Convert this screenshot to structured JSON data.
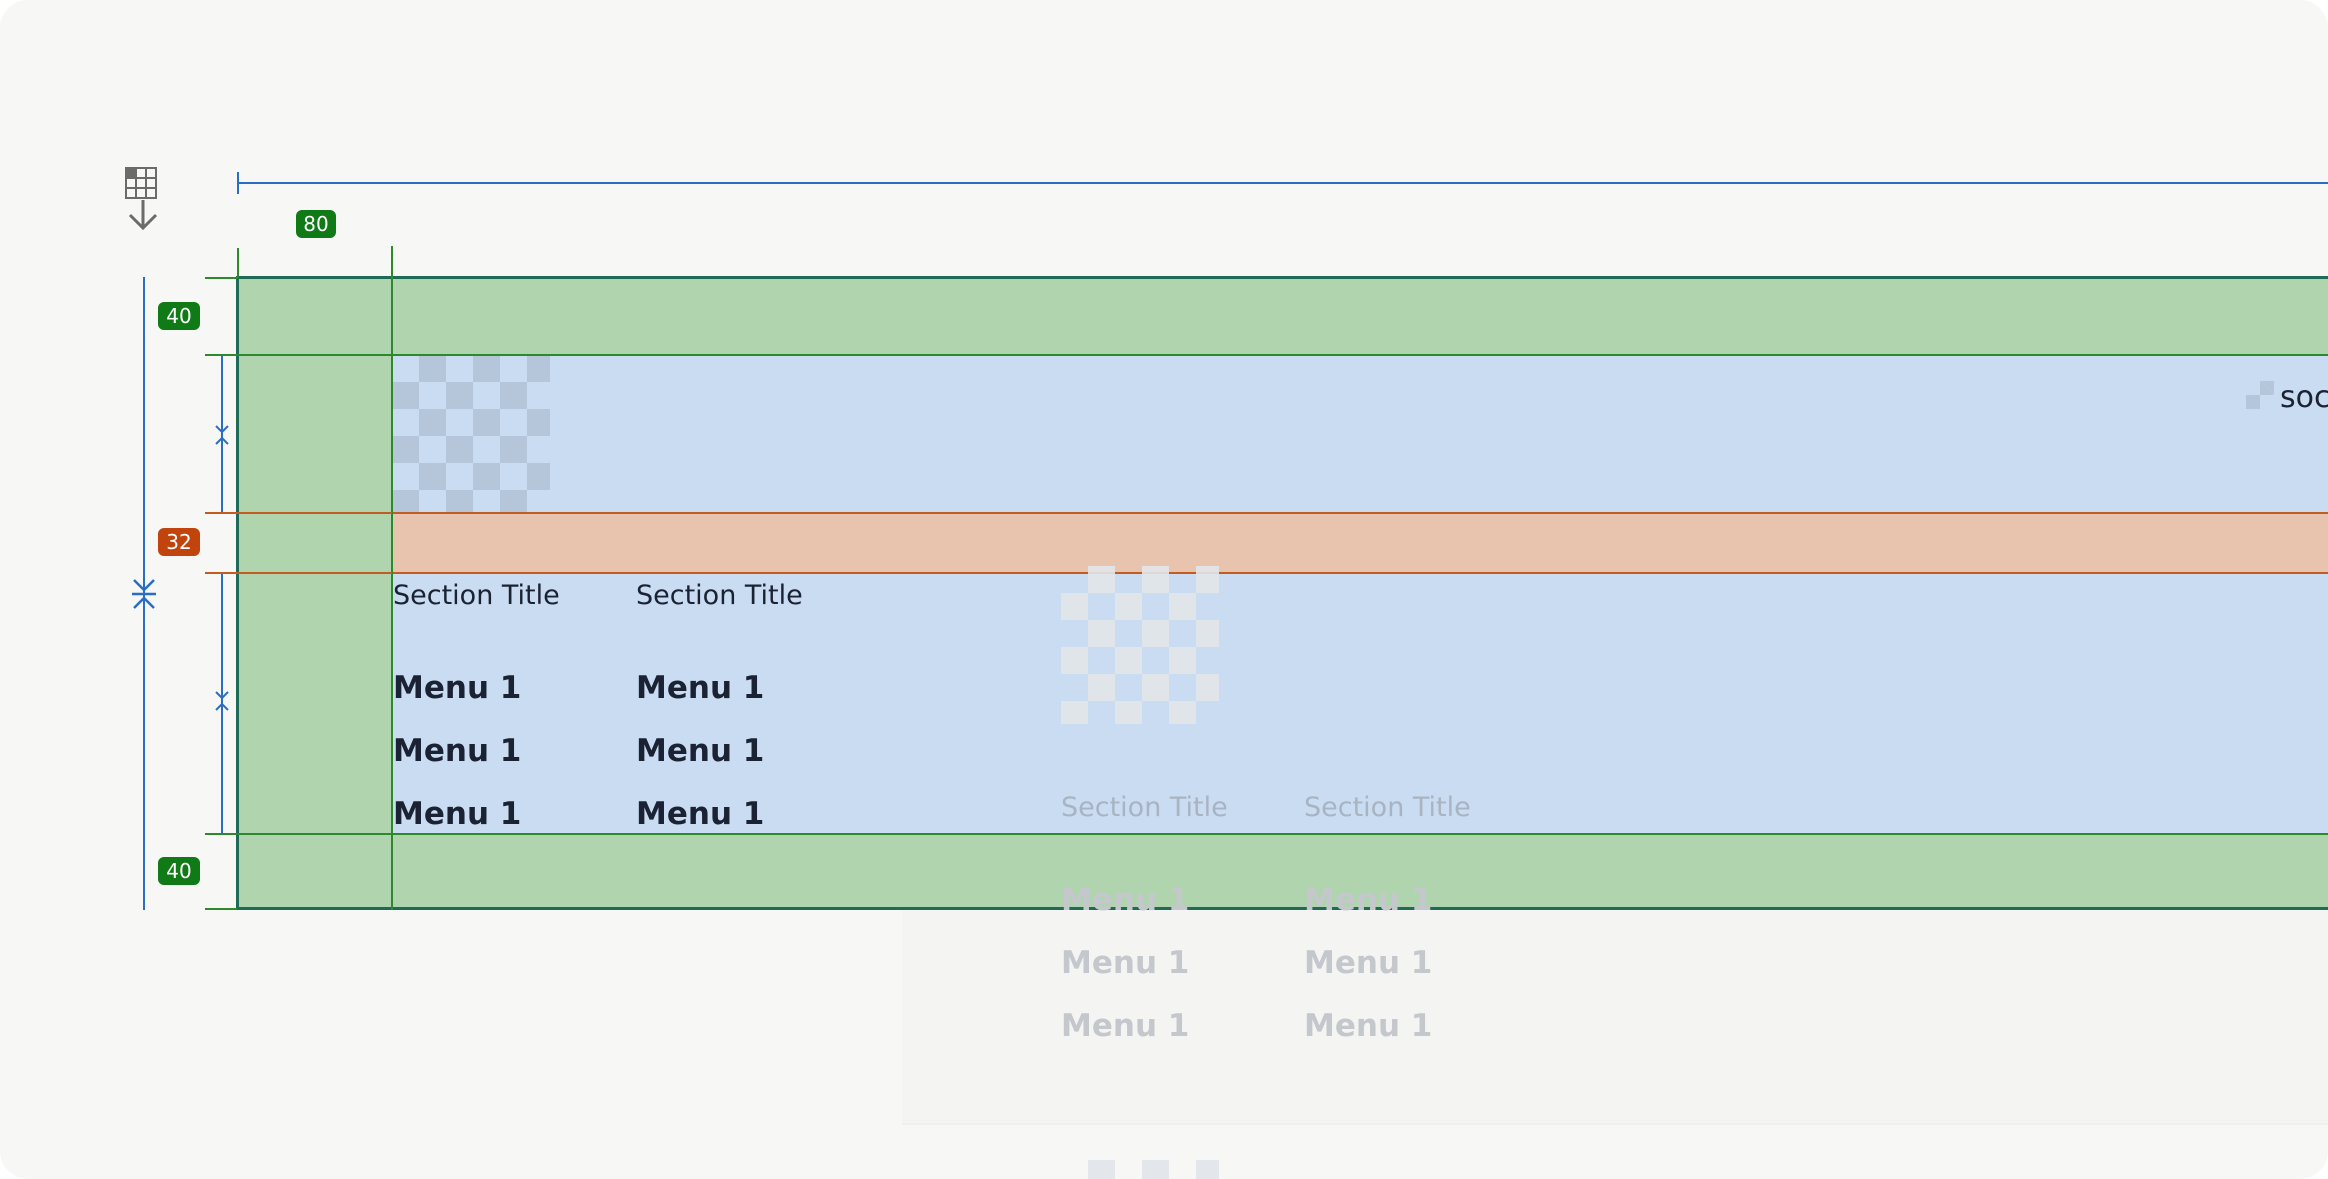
{
  "badges": {
    "width": "80",
    "top_padding": "40",
    "gap": "32",
    "bottom_padding": "40"
  },
  "columns": [
    {
      "section_title": "Section Title",
      "menus": [
        "Menu 1",
        "Menu 1",
        "Menu 1"
      ]
    },
    {
      "section_title": "Section Title",
      "menus": [
        "Menu 1",
        "Menu 1",
        "Menu 1"
      ]
    }
  ],
  "ghost_columns": [
    {
      "section_title": "Section Title",
      "menus": [
        "Menu 1",
        "Menu 1",
        "Menu 1"
      ]
    },
    {
      "section_title": "Section Title",
      "menus": [
        "Menu 1",
        "Menu 1",
        "Menu 1"
      ]
    }
  ],
  "social_label": "soc",
  "icons": [
    "grid-layout-icon",
    "arrow-down-icon",
    "image-placeholder-icon"
  ],
  "colors": {
    "frame_fill": "#afd4ae",
    "content_fill": "#c9dcf1",
    "gap_fill": "#e8c3ad",
    "guide_green": "#2c8a2c",
    "guide_blue": "#2a6dc5",
    "badge_green": "#0f7a16",
    "badge_orange": "#c0440b"
  }
}
